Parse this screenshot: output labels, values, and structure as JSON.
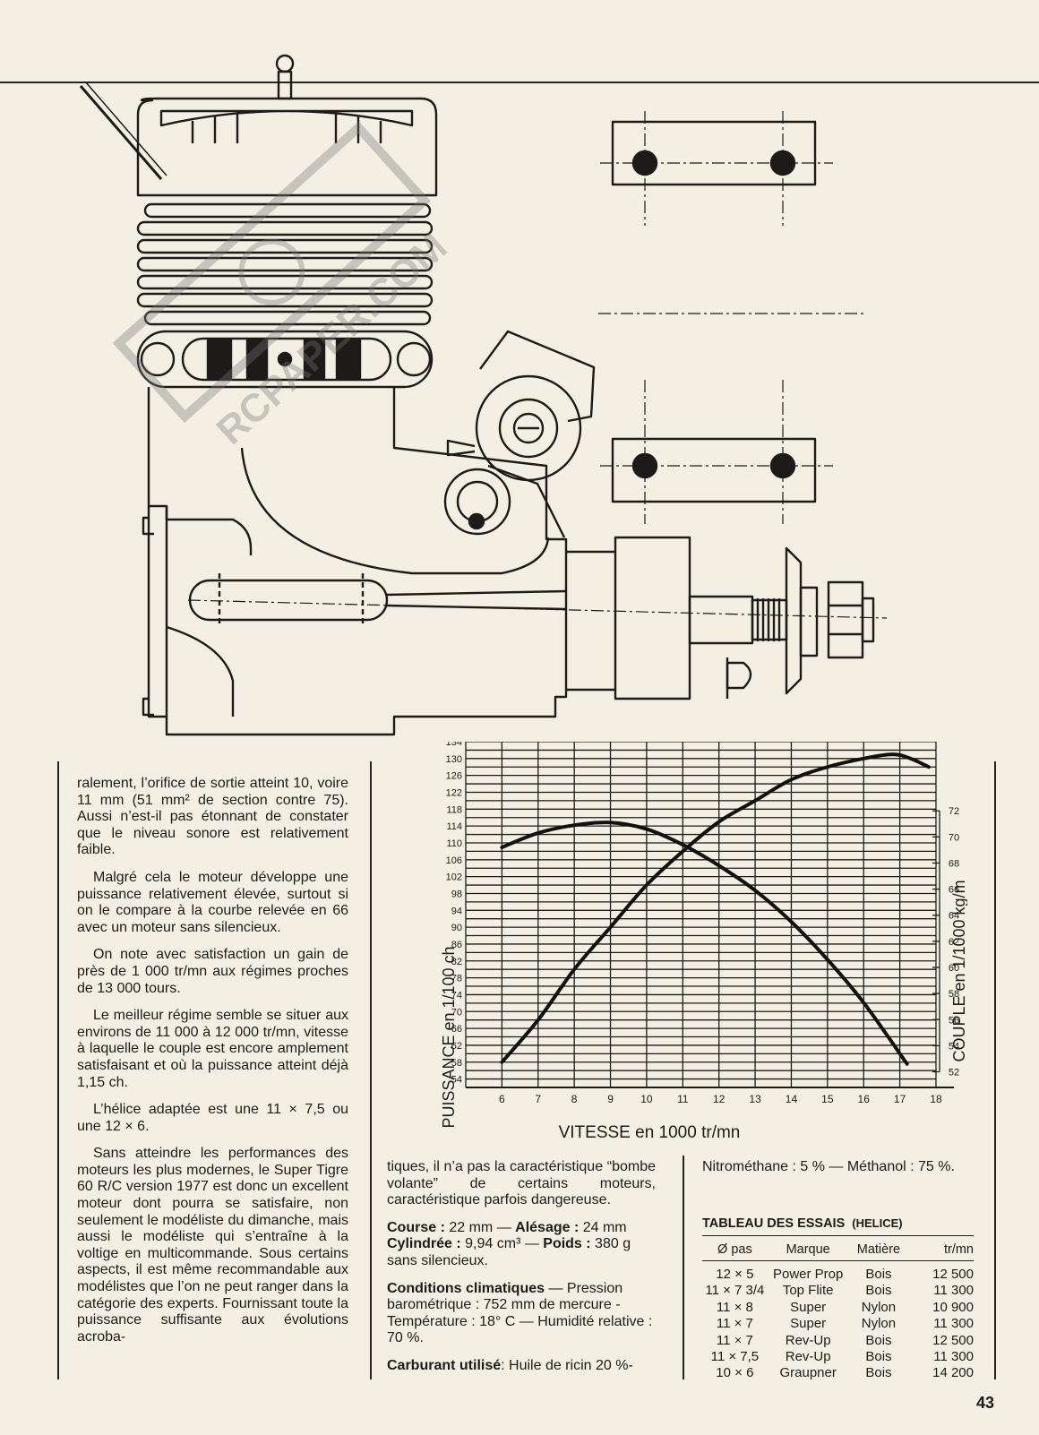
{
  "page_number": "43",
  "watermark": "RCPAPER.COM",
  "column1": {
    "paragraphs": [
      "ralement, l’orifice de sortie atteint 10, voire 11 mm (51 mm² de section contre 75). Aussi n’est-il pas étonnant de constater que le niveau sonore est relativement faible.",
      "Malgré cela le moteur développe une puissance relativement élevée, surtout si on le compare à la courbe relevée en 66 avec un moteur sans silencieux.",
      "On note avec satisfaction un gain de près de 1 000 tr/mn aux régimes proches de 13 000 tours.",
      "Le meilleur régime semble se situer aux environs de 11 000 à 12 000 tr/mn, vitesse à laquelle le couple est encore amplement satisfaisant et où la puissance atteint déjà 1,15 ch.",
      "L’hélice adaptée est une 11 × 7,5 ou une 12 × 6.",
      "Sans atteindre les performances des moteurs les plus modernes, le Super Tigre 60 R/C version 1977 est donc un excellent moteur dont pourra se satisfaire, non seulement le modéliste du dimanche, mais aussi le modéliste qui s’entraîne à la voltige en multicommande. Sous certains aspects, il est même recommandable aux modélistes que l’on ne peut ranger dans la catégorie des experts. Fournissant toute la puissance suffisante aux évolutions acroba-"
    ]
  },
  "column2": {
    "intro": "tiques, il n’a pas la caractéristique “bombe volante” de certains moteurs, caractéristique parfois dangereuse.",
    "course_label": "Course :",
    "course_value": " 22 mm — ",
    "alesage_label": "Alésage :",
    "alesage_value": " 24 mm",
    "cylindree_label": "Cylindrée :",
    "cylindree_value": " 9,94 cm³ — ",
    "poids_label": "Poids :",
    "poids_value": " 380 g sans silencieux.",
    "conditions_label": "Conditions climatiques",
    "conditions_value": " — Pression barométrique : 752 mm de mercure - Température : 18° C — Humidité relative : 70 %.",
    "carburant_label": "Carburant utilisé",
    "carburant_value": ": Huile de ricin 20 %-"
  },
  "column3": {
    "fuel_cont": "Nitrométhane : 5 % — Méthanol : 75 %."
  },
  "essais": {
    "title": "TABLEAU DES ESSAIS",
    "subtitle": "(HELICE)",
    "headers": [
      "Ø pas",
      "Marque",
      "Matière",
      "tr/mn"
    ],
    "rows": [
      [
        "12 × 5",
        "Power Prop",
        "Bois",
        "12 500"
      ],
      [
        "11 × 7 3/4",
        "Top Flite",
        "Bois",
        "11 300"
      ],
      [
        "11 × 8",
        "Super",
        "Nylon",
        "10 900"
      ],
      [
        "11 × 7",
        "Super",
        "Nylon",
        "11 300"
      ],
      [
        "11 × 7",
        "Rev-Up",
        "Bois",
        "12 500"
      ],
      [
        "11 × 7,5",
        "Rev-Up",
        "Bois",
        "11 300"
      ],
      [
        "10 × 6",
        "Graupner",
        "Bois",
        "14 200"
      ]
    ]
  },
  "chart_data": {
    "type": "line",
    "xlabel": "VITESSE en 1000 tr/mn",
    "ylabel": "PUISSANCE en 1/100 ch",
    "y2label": "COUPLE en 1/1000 kg/m",
    "xlim": [
      5,
      18
    ],
    "ylim": [
      52,
      134
    ],
    "y2lim": [
      50.8,
      77.3
    ],
    "x_ticks": [
      "6",
      "7",
      "8",
      "9",
      "10",
      "11",
      "12",
      "13",
      "14",
      "15",
      "16",
      "17",
      "18"
    ],
    "y_ticks": [
      "54",
      "58",
      "62",
      "66",
      "70",
      "74",
      "78",
      "82",
      "86",
      "90",
      "94",
      "98",
      "102",
      "106",
      "110",
      "114",
      "118",
      "122",
      "126",
      "130",
      "134"
    ],
    "y2_ticks": [
      "52",
      "54",
      "56",
      "58",
      "60",
      "62",
      "64",
      "66",
      "68",
      "70",
      "72"
    ],
    "series": [
      {
        "axis": "left",
        "x": [
          6,
          7,
          8,
          9,
          10,
          11,
          12,
          13,
          14,
          15,
          16,
          16.8,
          17.3,
          17.8
        ],
        "values": [
          58,
          68,
          80,
          90,
          100,
          108,
          115,
          120,
          125,
          128,
          130,
          131,
          130,
          128
        ]
      },
      {
        "axis": "right",
        "x": [
          6,
          7,
          8,
          9,
          10,
          11,
          12,
          13,
          14,
          15,
          16,
          17.2
        ],
        "values": [
          69.2,
          70.3,
          70.9,
          71.1,
          70.6,
          69.4,
          67.8,
          65.9,
          63.5,
          60.6,
          57.3,
          52.6
        ]
      }
    ],
    "grid": true
  }
}
